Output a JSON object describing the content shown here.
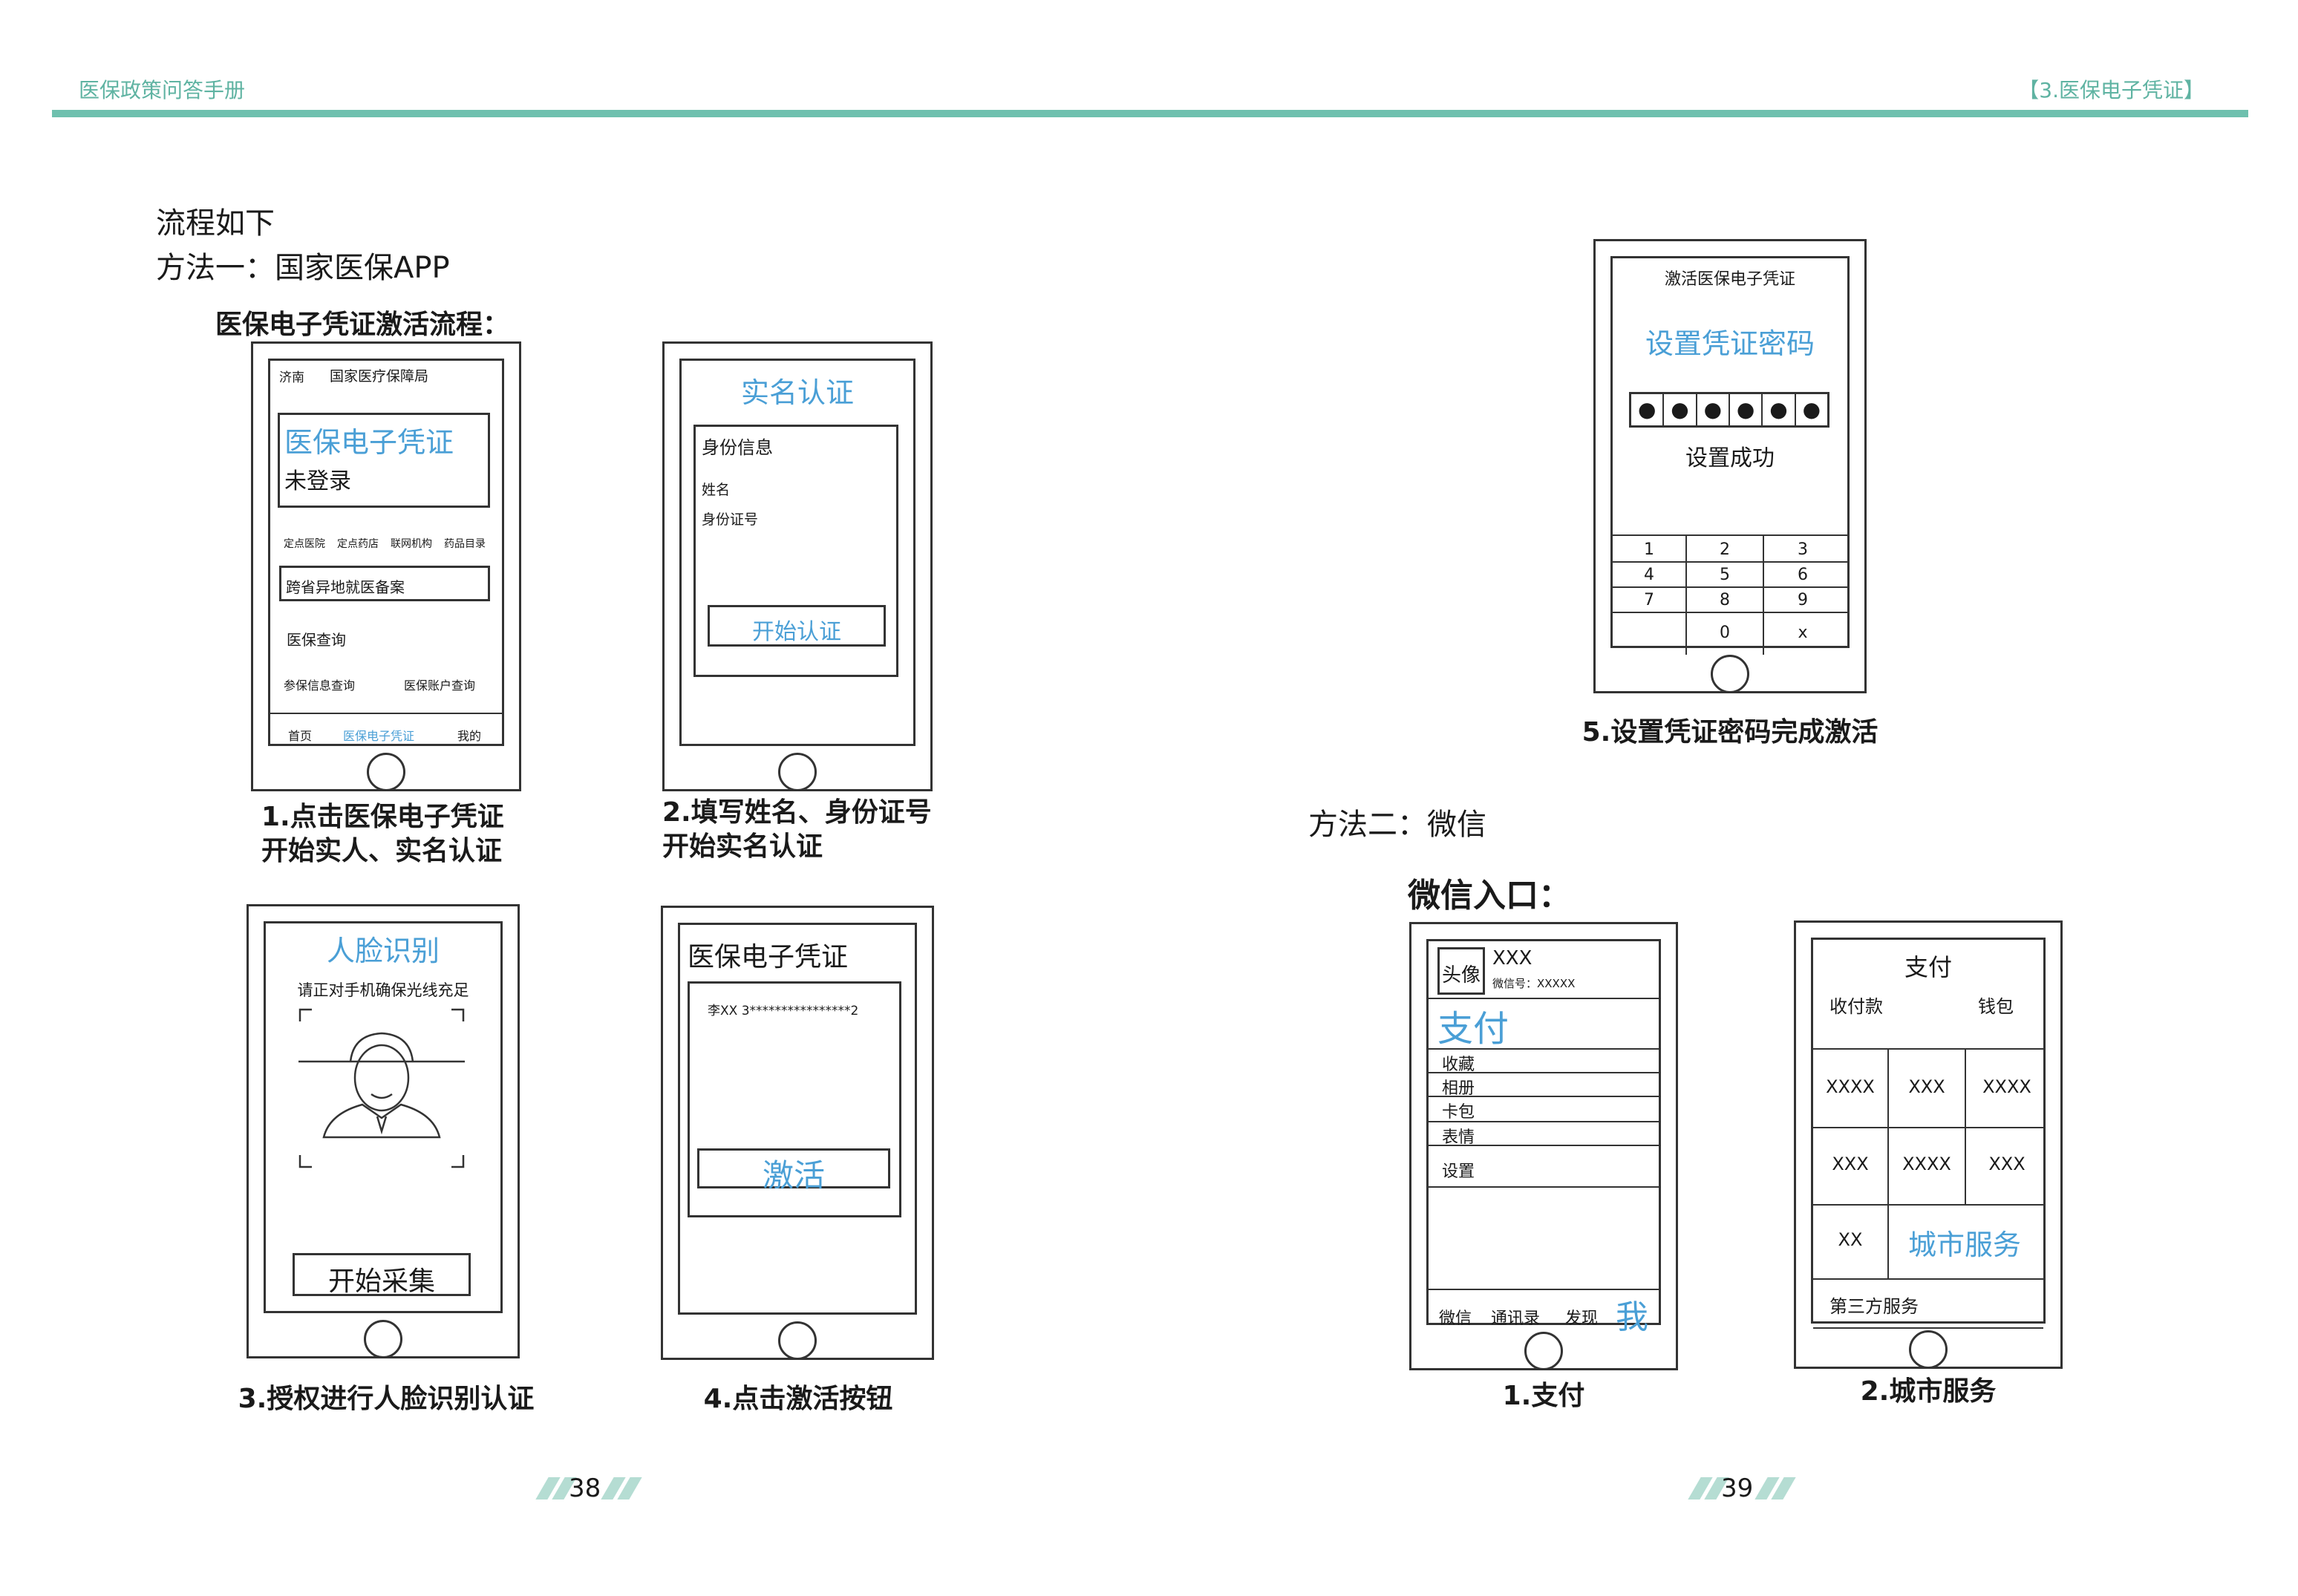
{
  "header": {
    "left": "医保政策问答手册",
    "right": "【3.医保电子凭证】"
  },
  "left_page": {
    "intro": "流程如下",
    "method1": "方法一：国家医保APP",
    "flow_title": "医保电子凭证激活流程：",
    "phone1": {
      "city": "济南",
      "agency": "国家医疗保障局",
      "card_title": "医保电子凭证",
      "card_status": "未登录",
      "links": [
        "定点医院",
        "定点药店",
        "联网机构",
        "药品目录"
      ],
      "cross_region": "跨省异地就医备案",
      "query_title": "医保查询",
      "query_left": "参保信息查询",
      "query_right": "医保账户查询",
      "tabs": [
        "首页",
        "医保电子凭证",
        "我的"
      ]
    },
    "caption1": [
      "1.点击医保电子凭证",
      "开始实人、实名认证"
    ],
    "phone2": {
      "title": "实名认证",
      "section": "身份信息",
      "name_label": "姓名",
      "id_label": "身份证号",
      "button": "开始认证"
    },
    "caption2": [
      "2.填写姓名、身份证号",
      "开始实名认证"
    ],
    "phone3": {
      "title": "人脸识别",
      "hint": "请正对手机确保光线充足",
      "button": "开始采集"
    },
    "caption3": "3.授权进行人脸识别认证",
    "phone4": {
      "title": "医保电子凭证",
      "record": "李XX  3****************2",
      "button": "激活"
    },
    "caption4": "4.点击激活按钮",
    "page_number": "38"
  },
  "right_page": {
    "phone5": {
      "title": "激活医保电子凭证",
      "heading": "设置凭证密码",
      "dots": [
        "●",
        "●",
        "●",
        "●",
        "●",
        "●"
      ],
      "success": "设置成功",
      "keys": [
        "1",
        "2",
        "3",
        "4",
        "5",
        "6",
        "7",
        "8",
        "9",
        "",
        "0",
        "x"
      ]
    },
    "caption5": "5.设置凭证密码完成激活",
    "method2": "方法二：微信",
    "wechat_title": "微信入口：",
    "wphone1": {
      "avatar": "头像",
      "name": "XXX",
      "wechat_id": "微信号：XXXXX",
      "pay": "支付",
      "menu": [
        "收藏",
        "相册",
        "卡包",
        "表情"
      ],
      "settings": "设置",
      "tabs": [
        "微信",
        "通讯录",
        "发现"
      ],
      "me": "我"
    },
    "wcaption1": "1.支付",
    "wphone2": {
      "title": "支付",
      "left": "收付款",
      "right": "钱包",
      "grid": [
        "XXXX",
        "XXX",
        "XXXX",
        "XXX",
        "XXXX",
        "XXX",
        "XX"
      ],
      "city_service": "城市服务",
      "third_party": "第三方服务"
    },
    "wcaption2": "2.城市服务",
    "page_number": "39"
  }
}
